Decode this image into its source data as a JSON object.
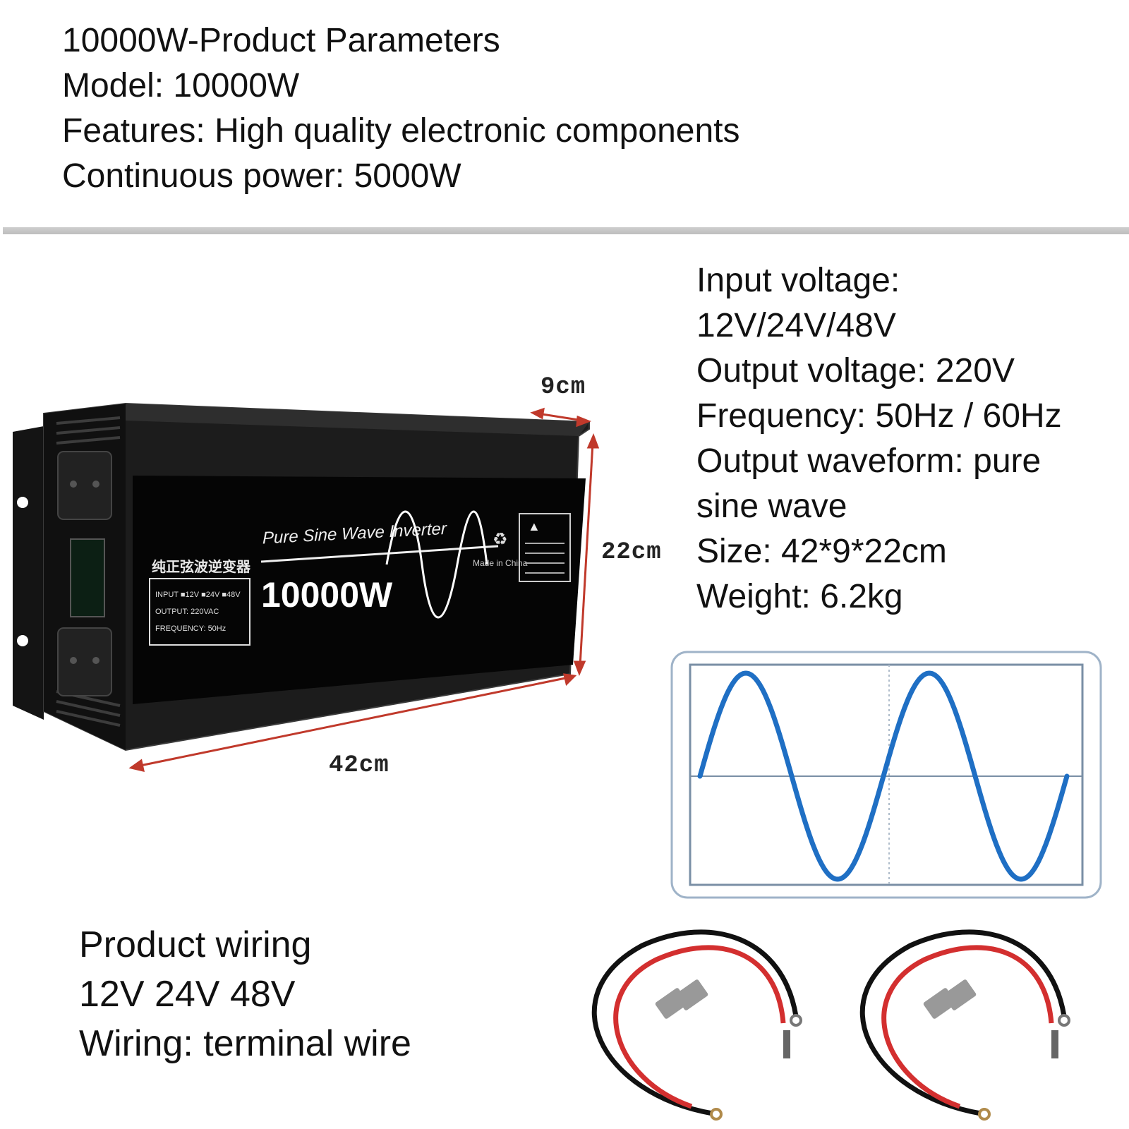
{
  "header": {
    "title": "10000W-Product Parameters",
    "model": "Model: 10000W",
    "features": "Features: High quality electronic components",
    "continuous_power": "Continuous power: 5000W"
  },
  "specs": {
    "input_label": "Input voltage:",
    "input_value": "12V/24V/48V",
    "output_voltage": "Output voltage: 220V",
    "frequency": "Frequency: 50Hz / 60Hz",
    "waveform_line1": "Output waveform: pure",
    "waveform_line2": "sine wave",
    "size": "Size: 42*9*22cm",
    "weight": "Weight: 6.2kg"
  },
  "dimensions": {
    "depth": "9cm",
    "height": "22cm",
    "length": "42cm"
  },
  "product_label": {
    "chinese_title": "纯正弦波逆变器",
    "subtitle": "Pure Sine Wave Inverter",
    "power": "10000W",
    "input_line": "INPUT ■12V ■24V ■48V",
    "output_line": "OUTPUT: 220VAC",
    "frequency_line": "FREQUENCY: 50Hz",
    "made_in": "Made in China"
  },
  "waveform": {
    "color": "#1f6fc4",
    "cycles": 2
  },
  "wiring": {
    "title": "Product wiring",
    "voltages": "12V 24V 48V",
    "type": "Wiring: terminal wire"
  },
  "colors": {
    "dimension_arrow": "#c0392b",
    "wire_red": "#d32f2f",
    "wire_black": "#111111"
  }
}
